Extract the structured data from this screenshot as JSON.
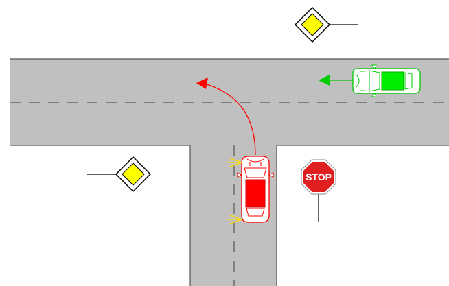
{
  "stop_sign": {
    "text": "STOP",
    "color": "#e02020",
    "border_color": "#ffffff"
  },
  "priority_sign": {
    "fill": "#ffff00",
    "border": "#000000"
  },
  "road": {
    "surface_color": "#c0c0c0",
    "edge_color": "#555555",
    "centerline_style": "dashed"
  },
  "vehicles": [
    {
      "role": "turning-car",
      "color": "#ff0000",
      "indicator_color": "#ffdd00",
      "direction": "north-then-west"
    },
    {
      "role": "oncoming-car",
      "color": "#00dd00",
      "direction": "west"
    }
  ],
  "arrows": {
    "turn_path_color": "#ff0000",
    "straight_path_color": "#00cc00"
  }
}
